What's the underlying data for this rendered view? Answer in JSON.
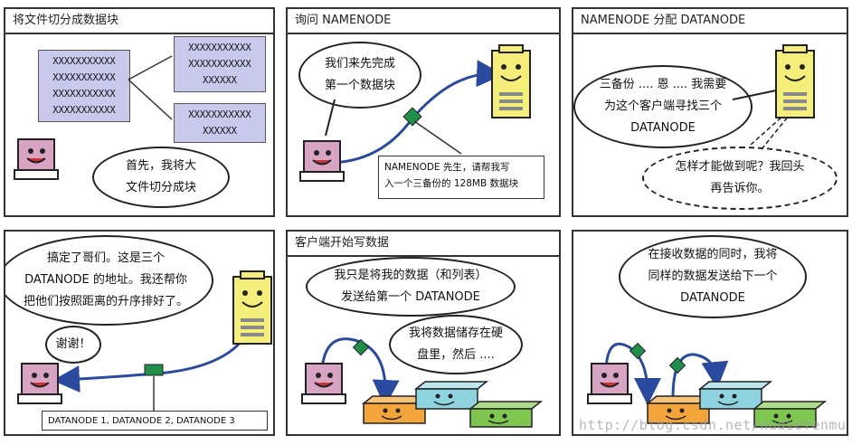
{
  "panels": [
    {
      "title": "将文件切分成数据块"
    },
    {
      "title": "询问 NAMENODE"
    },
    {
      "title": "NAMENODE 分配 DATANODE"
    },
    {
      "title": ""
    },
    {
      "title": "客户端开始写数据"
    },
    {
      "title": ""
    }
  ],
  "p1": {
    "block_rows": [
      "XXXXXXXXXXX",
      "XXXXXXXXXXX",
      "XXXXXXXXXXX",
      "XXXXXXXXXXX"
    ],
    "chunk1_rows": [
      "XXXXXXXXXXX",
      "XXXXXXXXXXX",
      "XXXXXX"
    ],
    "chunk2_rows": [
      "XXXXXXXXXXX",
      "XXXXXX"
    ],
    "bubble": "首先，我将大\n文件切分成块"
  },
  "p2": {
    "bubble": "我们来先完成\n第一个数据块",
    "note": "NAMENODE 先生，请帮我写\n入一个三备份的 128MB 数据块"
  },
  "p3": {
    "bubble": "三备份 .... 恩 .... 我需要\n为这个客户端寻找三个\nDATANODE",
    "thought": "怎样才能做到呢？我回头\n再告诉你。"
  },
  "p4": {
    "bubble": "搞定了哥们。这是三个\nDATANODE 的地址。我还帮你\n把他们按照距离的升序排好了。",
    "thanks": "谢谢！",
    "note": "DATANODE 1, DATANODE 2, DATANODE 3"
  },
  "p5": {
    "bubble1": "我只是将我的数据（和列表）\n发送给第一个 DATANODE",
    "bubble2": "我将数据储存在硬\n盘里，然后 ...."
  },
  "p6": {
    "bubble": "在接收数据的同时，我将\n同样的数据发送给下一个\nDATANODE"
  },
  "watermark": "http://blog.csdn.net/nudiefenmu",
  "colors": {
    "laptop": "#d9a4c4",
    "server_body": "#f5ee7a",
    "datanode1": "#f3a53c",
    "datanode2": "#8ed4e0",
    "datanode3": "#7fc650",
    "arrow": "#2a4aa0",
    "packet": "#1f8f4a",
    "block": "#c9c9ee"
  }
}
